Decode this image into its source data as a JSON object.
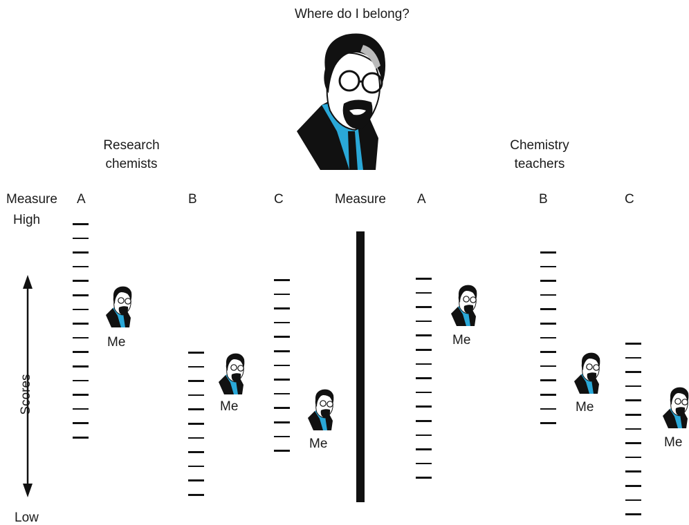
{
  "title": "Where do I belong?",
  "groups": [
    {
      "name_lines": [
        "Research",
        "chemists"
      ],
      "measure_label": "Measure"
    },
    {
      "name_lines": [
        "Chemistry",
        "teachers"
      ],
      "measure_label": "Measure"
    }
  ],
  "left_axis": {
    "high": "High",
    "low": "Low",
    "scores": "Scores"
  },
  "columns": [
    {
      "label": "A",
      "me": "Me"
    },
    {
      "label": "B",
      "me": "Me"
    },
    {
      "label": "C",
      "me": "Me"
    },
    {
      "label": "A",
      "me": "Me"
    },
    {
      "label": "B",
      "me": "Me"
    },
    {
      "label": "C",
      "me": "Me"
    }
  ],
  "colors": {
    "ink": "#111111",
    "shirt": "#2aa8d8"
  },
  "icons": [
    "person-portrait-icon",
    "small-portrait-icon",
    "double-arrow-icon"
  ]
}
